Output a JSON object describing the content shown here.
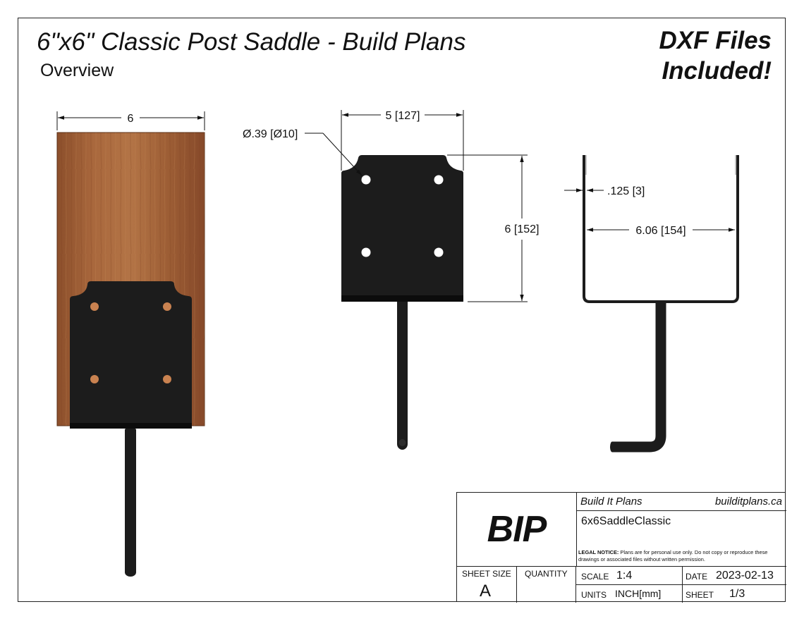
{
  "header": {
    "title": "6\"x6\" Classic Post Saddle - Build Plans",
    "subtitle": "Overview",
    "promo_line1": "DXF Files",
    "promo_line2": "Included!"
  },
  "dimensions": {
    "post_width": "6",
    "plate_width": "5 [127]",
    "hole_diameter": "Ø.39 [Ø10]",
    "plate_height": "6 [152]",
    "thickness": ".125 [3]",
    "inner_width": "6.06 [154]"
  },
  "title_block": {
    "logo": "BIP",
    "company": "Build It Plans",
    "website": "builditplans.ca",
    "drawing_name": "6x6SaddleClassic",
    "legal_label": "LEGAL NOTICE:",
    "legal_text": "Plans are for personal use only. Do not copy or reproduce these drawings or associated files without written permission.",
    "sheet_size_label": "SHEET SIZE",
    "sheet_size": "A",
    "quantity_label": "QUANTITY",
    "scale_label": "SCALE",
    "scale": "1:4",
    "date_label": "DATE",
    "date": "2023-02-13",
    "units_label": "UNITS",
    "units": "INCH[mm]",
    "sheet_label": "SHEET",
    "sheet": "1/3"
  },
  "colors": {
    "wood": "#9a5a32",
    "steel": "#1c1c1c",
    "line": "#111111"
  }
}
